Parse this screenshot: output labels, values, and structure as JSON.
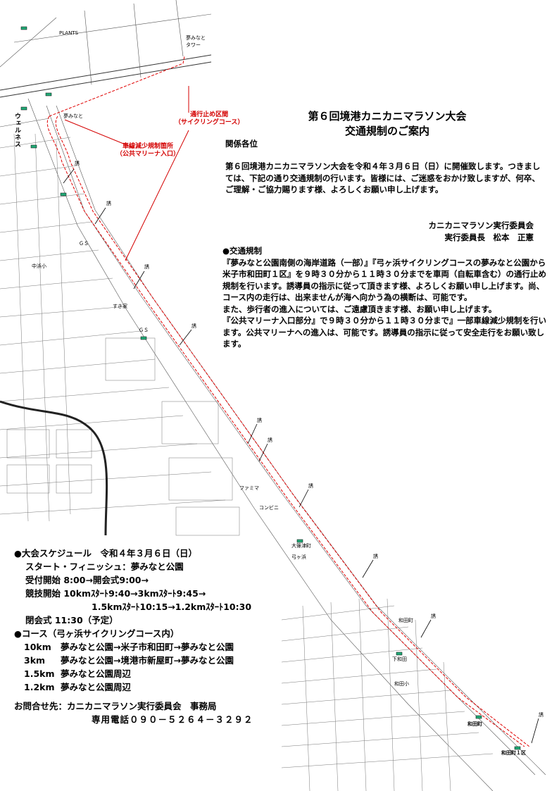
{
  "title": {
    "line1": "第６回境港カニカニマラソン大会",
    "line2": "交通規制のご案内"
  },
  "salutation": "関係各位",
  "intro": "第６回境港カニカニマラソン大会を令和４年３月６日（日）に開催致します。つきましては、下記の通り交通規制の行います。皆様には、ご迷惑をおかけ致しますが、何卒、ご理解・ご協力賜ります様、よろしくお願い申し上げます。",
  "organizer": {
    "committee": "カニカニマラソン実行委員会",
    "chair": "実行委員長　松本　正憲"
  },
  "traffic": {
    "heading": "●交通規制",
    "p1": "『夢みなと公園南側の海岸道路（一部）』『弓ヶ浜サイクリングコースの夢みなと公園から米子市和田町１区』を９時３０分から１１時３０分までを車両（自転車含む）の通行止め規制を行います。誘導員の指示に従って頂きます様、よろしくお願い申し上げます。尚、コース内の走行は、出来ませんが海へ向かう為の横断は、可能です。",
    "p2": "また、歩行者の進入については、ご遠慮頂きます様、お願い申し上げます。",
    "p3": "『公共マリーナ入口部分』で９時３０分から１１時３０分まで』一部車線減少規制を行います。公共マリーナへの進入は、可能です。誘導員の指示に従って安全走行をお願い致します。"
  },
  "schedule": {
    "heading": "●大会スケジュール　令和４年３月６日（日）",
    "start_finish": "スタート・フィニッシュ：夢みなと公園",
    "reception": "受付開始 8:00→開会式9:00→",
    "race_start_1": "競技開始 10kmｽﾀｰﾄ9:40→3kmｽﾀｰﾄ9:45→",
    "race_start_2": "1.5kmｽﾀｰﾄ10:15→1.2kmｽﾀｰﾄ10:30",
    "closing": "閉会式 11:30（予定）",
    "course_heading": "●コース（弓ヶ浜サイクリングコース内）",
    "courses": [
      {
        "distance": "10km",
        "route": "夢みなと公園→米子市和田町→夢みなと公園"
      },
      {
        "distance": "3km",
        "route": "夢みなと公園→境港市新屋町→夢みなと公園"
      },
      {
        "distance": "1.5km",
        "route": "夢みなと公園周辺"
      },
      {
        "distance": "1.2km",
        "route": "夢みなと公園周辺"
      }
    ]
  },
  "contact": {
    "label": "お問合せ先：カニカニマラソン実行委員会　事務局",
    "phone": "専用電話０９０－５２６４－３２９２"
  },
  "map": {
    "closure_label_1": "通行止め区間",
    "closure_label_2": "（サイクリングコース）",
    "lane_label_1": "車線減少規制箇所",
    "lane_label_2": "（公共マリーナ入口）",
    "plants": "PLANTS",
    "tower_1": "夢みなと",
    "tower_2": "タワー",
    "welness": "ウェルネス",
    "wadacho": "和田町１区",
    "place_small": [
      "夢みなと",
      "ＧＳ",
      "中浜小",
      "すき家",
      "ＧＳ",
      "ファミマ",
      "コンビニ",
      "大篠津町",
      "弓ヶ浜",
      "和田町",
      "下和田",
      "和田小"
    ],
    "guide": "誘",
    "colors": {
      "route": "#e00000",
      "road": "#333333",
      "accent": "#d40000"
    }
  }
}
